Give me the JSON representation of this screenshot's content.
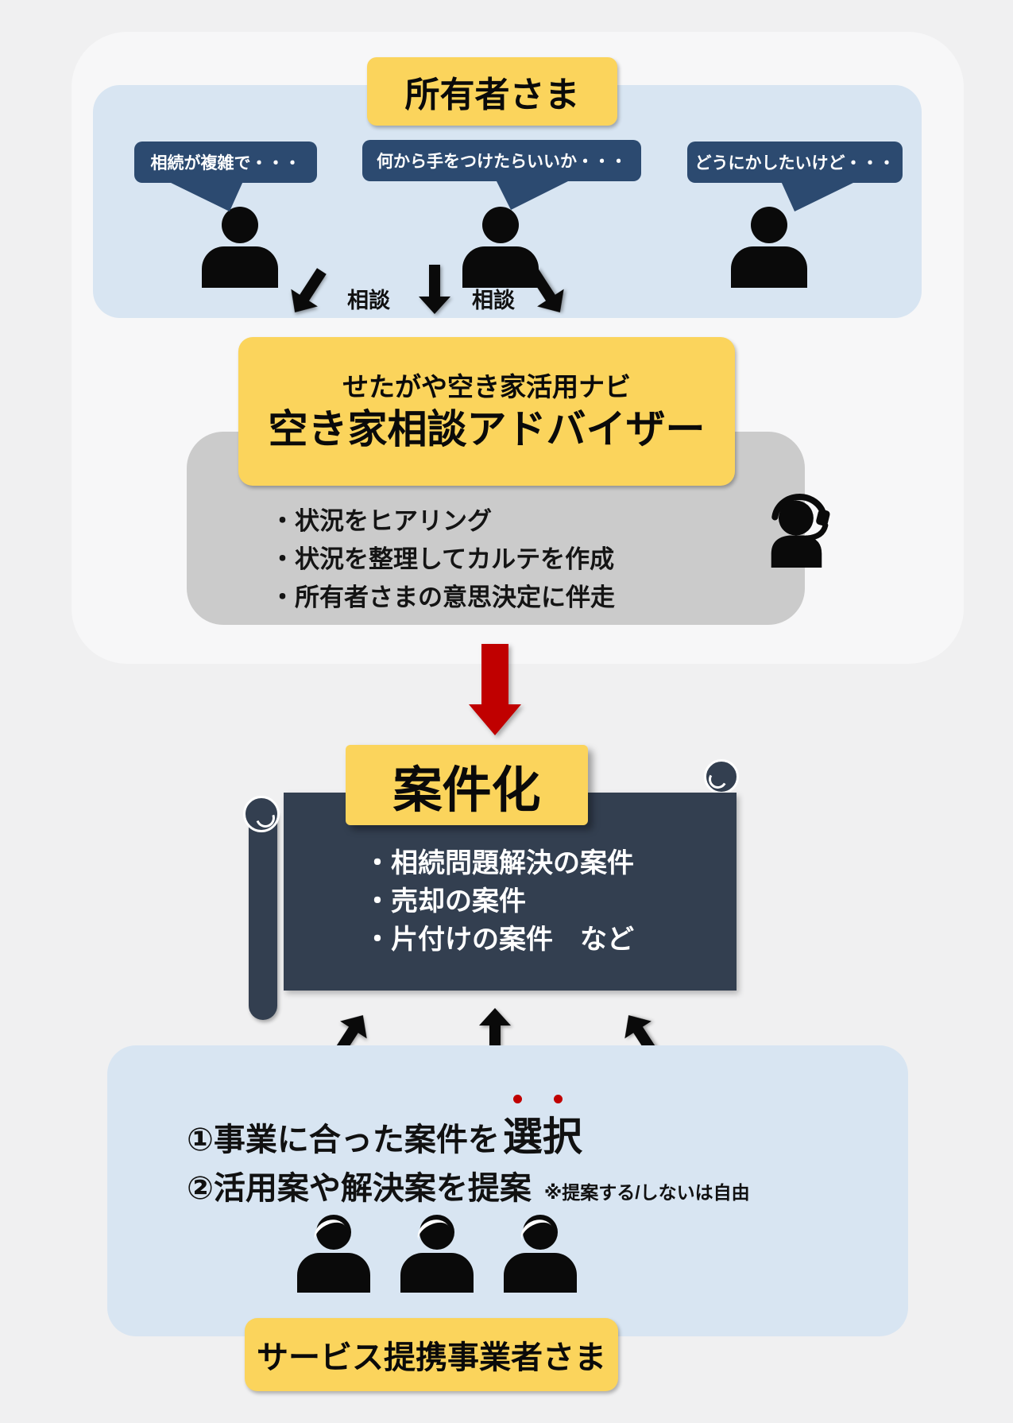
{
  "colors": {
    "page_bg": "#F0F0F1",
    "container_bg": "#F7F7F8",
    "panel_blue": "#D8E5F2",
    "label_yellow": "#FBD45C",
    "bubble_navy": "#2C4A70",
    "scroll_navy": "#333F50",
    "gray_box": "#CBCBCB",
    "arrow_red": "#C00000",
    "icon_black": "#0A0A0A"
  },
  "owners_section": {
    "title": "所有者さま",
    "bubbles": [
      "相続が複雑で・・・",
      "何から手をつけたらいいか・・・",
      "どうにかしたいけど・・・"
    ]
  },
  "consult": {
    "label_left": "相談",
    "label_right": "相談"
  },
  "advisor_section": {
    "subtitle": "せたがや空き家活用ナビ",
    "title": "空き家相談アドバイザー",
    "bullets": [
      "・状況をヒアリング",
      "・状況を整理してカルテを作成",
      "・所有者さまの意思決定に伴走"
    ]
  },
  "case_section": {
    "title": "案件化",
    "items": [
      "・相続問題解決の案件",
      "・売却の案件",
      "・片付けの案件　など"
    ]
  },
  "partners_section": {
    "step1_prefix": "①事業に合った案件を",
    "step1_emphasis": "選択",
    "step2": "②活用案や解決案を提案",
    "step2_note": "※提案する/しないは自由",
    "title": "サービス提携事業者さま"
  }
}
